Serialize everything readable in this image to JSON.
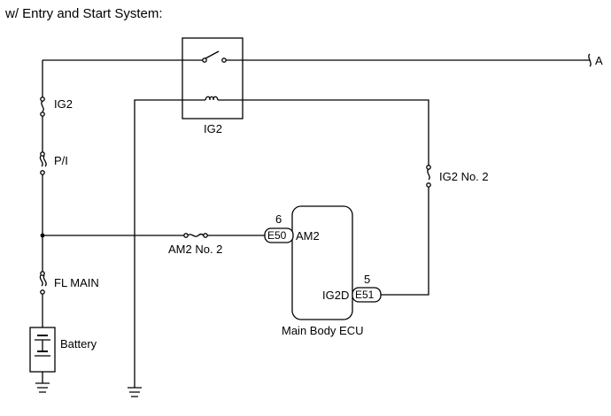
{
  "heading": "w/ Entry and Start System:",
  "relay": {
    "label": "IG2"
  },
  "fuses": {
    "ig2": "IG2",
    "pi": "P/I",
    "fl_main": "FL MAIN",
    "am2_no2": "AM2 No. 2",
    "ig2_no2": "IG2 No. 2"
  },
  "battery": {
    "label": "Battery"
  },
  "ecu": {
    "label": "Main Body ECU",
    "am2_pin": {
      "number": "6",
      "connector": "E50",
      "terminal": "AM2"
    },
    "ig2d_pin": {
      "number": "5",
      "connector": "E51",
      "terminal": "IG2D"
    }
  },
  "continuation": "A"
}
